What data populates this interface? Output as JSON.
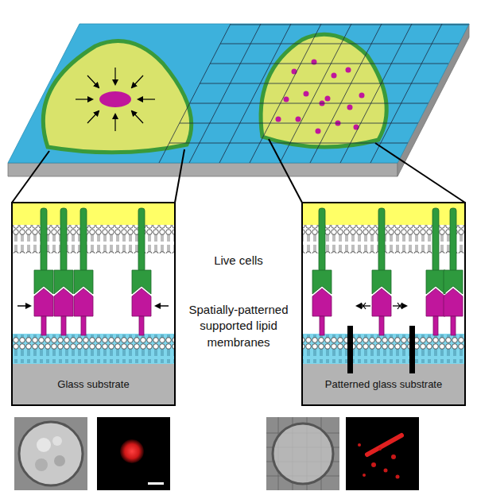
{
  "diagram": {
    "nodes": [
      {
        "text": [
          "Glass substrate"
        ]
      },
      {
        "text": [
          "Patterned glass substrate"
        ]
      }
    ],
    "labels": [
      "Live cells",
      "Spatially-patterned supported lipid membranes"
    ]
  }
}
